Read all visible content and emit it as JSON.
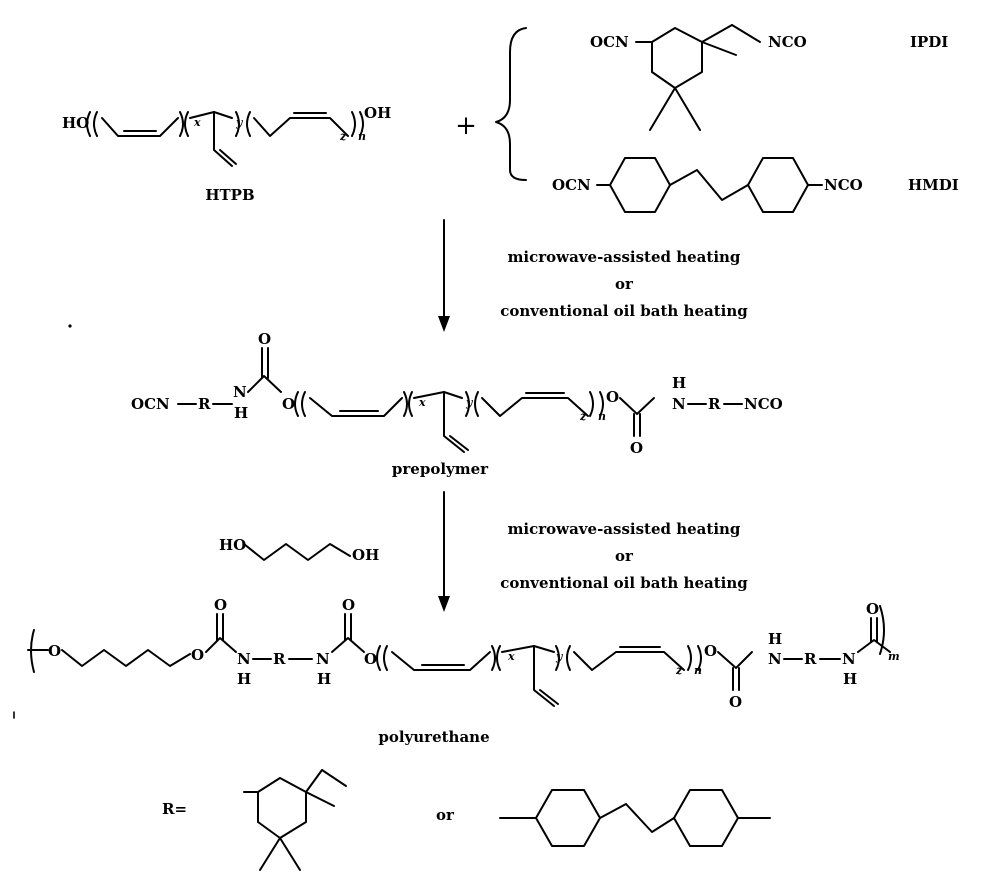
{
  "reactants": {
    "htpb": {
      "name": "HTPB",
      "end_left": "HO",
      "end_right": "OH",
      "subscripts": [
        "x",
        "y",
        "z",
        "n"
      ]
    },
    "plus": "+",
    "isocyanates": [
      {
        "name": "IPDI",
        "left_group": "OCN",
        "right_group": "NCO"
      },
      {
        "name": "HMDI",
        "left_group": "OCN",
        "right_group": "NCO"
      }
    ]
  },
  "step1": {
    "conditions": [
      "microwave-assisted heating",
      "or",
      "conventional oil bath heating"
    ]
  },
  "prepolymer": {
    "name": "prepolymer",
    "atoms": {
      "ocn": "OCN",
      "r_left": "R",
      "n_left": "N",
      "h_left": "H",
      "o_link_left": "O",
      "o_carbonyl_left": "O",
      "o_link_right": "O",
      "o_carbonyl_right": "O",
      "n_right": "N",
      "h_right": "H",
      "r_right": "R",
      "nco": "NCO"
    },
    "subscripts": [
      "x",
      "y",
      "z",
      "n"
    ]
  },
  "step2": {
    "reagent": {
      "end_left": "HO",
      "end_right": "OH"
    },
    "conditions": [
      "microwave-assisted heating",
      "or",
      "conventional oil bath heating"
    ]
  },
  "polyurethane": {
    "name": "polyurethane",
    "atoms": {
      "o_start": "O",
      "o_ester": "O",
      "o_carbonyl_1": "O",
      "n1": "N",
      "h1": "H",
      "r1": "R",
      "n2": "N",
      "h2": "H",
      "o_carbonyl_2": "O",
      "o_link": "O",
      "o_link_2": "O",
      "o_carbonyl_3": "O",
      "n3": "N",
      "h3": "H",
      "r2": "R",
      "n4": "N",
      "h4": "H",
      "o_carbonyl_4": "O"
    },
    "subscripts": [
      "x",
      "y",
      "z",
      "n",
      "m"
    ]
  },
  "r_definition": {
    "label": "R=",
    "or": "or"
  }
}
